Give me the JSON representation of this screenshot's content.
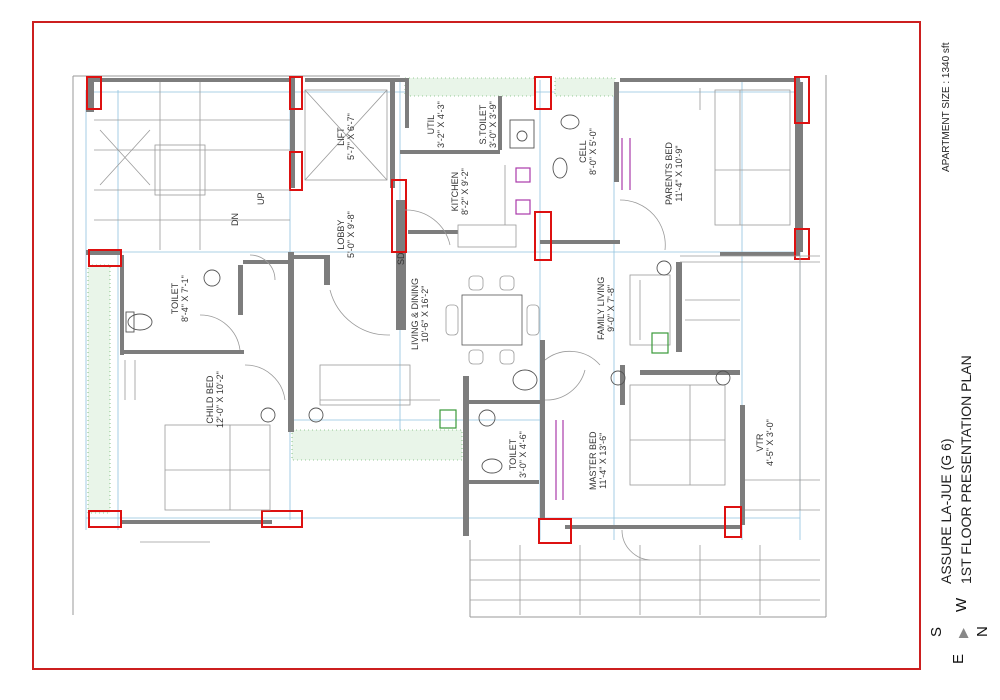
{
  "titles": {
    "project": "ASSURE LA-JUE (G 6)",
    "plan": "1ST FLOOR PRESENTATION PLAN",
    "apartment_size": "APARTMENT SIZE : 1340 sft"
  },
  "compass": {
    "s": "S",
    "e": "E",
    "w": "W",
    "n": "N",
    "arrow": "▶"
  },
  "rooms": {
    "lift": {
      "name": "LIFT",
      "size": "5'-7\" X 6'-7\""
    },
    "utility": {
      "name": "UTIL",
      "size": "3'-2\" X 4'-3\""
    },
    "service_toilet": {
      "name": "S.TOILET",
      "size": "3'-0\" X 3'-9\""
    },
    "kitchen": {
      "name": "KITCHEN",
      "size": "8'-2\" X 9'-2\""
    },
    "lobby": {
      "name": "LOBBY",
      "size": "5'-0\" X 9'-8\""
    },
    "sd": {
      "name": "SD"
    },
    "dn_up": {
      "dn": "DN",
      "up": "UP"
    },
    "toilet_1": {
      "name": "TOILET",
      "size": "8'-4\" X 7'-1\""
    },
    "child_bed": {
      "name": "CHILD BED",
      "size": "12'-0\" X 10'-2\""
    },
    "living_dining": {
      "name": "LIVING & DINING",
      "size": "10'-6\" X 16'-2\""
    },
    "family_living": {
      "name": "FAMILY LIVING",
      "size": "9'-0\" X 7'-8\""
    },
    "cell": {
      "name": "CELL",
      "size": "8'-0\" X 5'-0\""
    },
    "parents_bed": {
      "name": "PARENTS BED",
      "size": "11'-4\" X 10'-9\""
    },
    "toilet_2": {
      "name": "TOILET",
      "size": "3'-0\" X 4'-6\""
    },
    "master_bed": {
      "name": "MASTER BED",
      "size": "11'-4\" X 13'-6\""
    },
    "vtr": {
      "name": "VTR",
      "size": "4'-5\" X 3'-0\""
    }
  },
  "colors": {
    "border": "#cc1f1f",
    "column": "#dd1111",
    "wall": "#7d7d7d",
    "lines": "#9a9a9a",
    "grid": "#5fa8d0",
    "planting": "#3a9a3a",
    "furniture_accent": "#aa3aaa"
  }
}
